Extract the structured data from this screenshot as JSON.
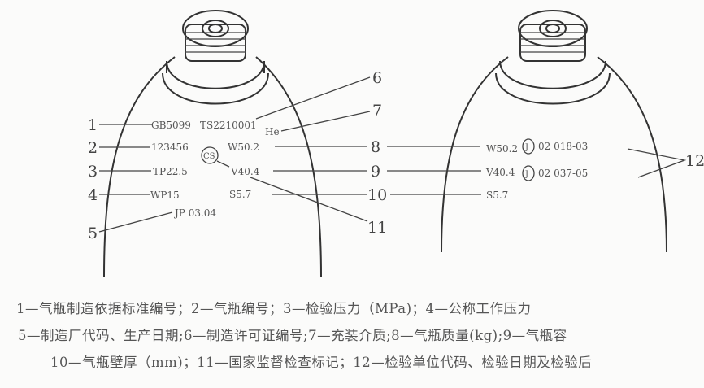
{
  "left_cylinder": {
    "marks": {
      "standard": "GB5099",
      "license": "TS2210001",
      "medium": "He",
      "serial": "123456",
      "test_pressure": "TP22.5",
      "work_pressure": "WP15",
      "maker_date": "JP 03.04",
      "inspection_mark": "CS",
      "weight": "W50.2",
      "volume": "V40.4",
      "thickness": "S5.7"
    },
    "callouts": [
      "1",
      "2",
      "3",
      "4",
      "5",
      "6",
      "7",
      "8",
      "9",
      "10",
      "11"
    ]
  },
  "right_cylinder": {
    "marks": {
      "weight": "W50.2",
      "volume": "V40.4",
      "thickness": "S5.7",
      "inspection_symbol": "J",
      "inspection_1": "02 018-03",
      "inspection_2": "02 037-05"
    },
    "callout": "12"
  },
  "caption": {
    "line1": "1—气瓶制造依据标准编号；2—气瓶编号；3—检验压力（MPa)；4—公称工作压力",
    "line2": "5—制造厂代码、生产日期;6—制造许可证编号;7—充装介质;8—气瓶质量(kg);9—气瓶容",
    "line3": "10—气瓶壁厚（mm)；11—国家监督检查标记；12—检验单位代码、检验日期及检验后"
  }
}
